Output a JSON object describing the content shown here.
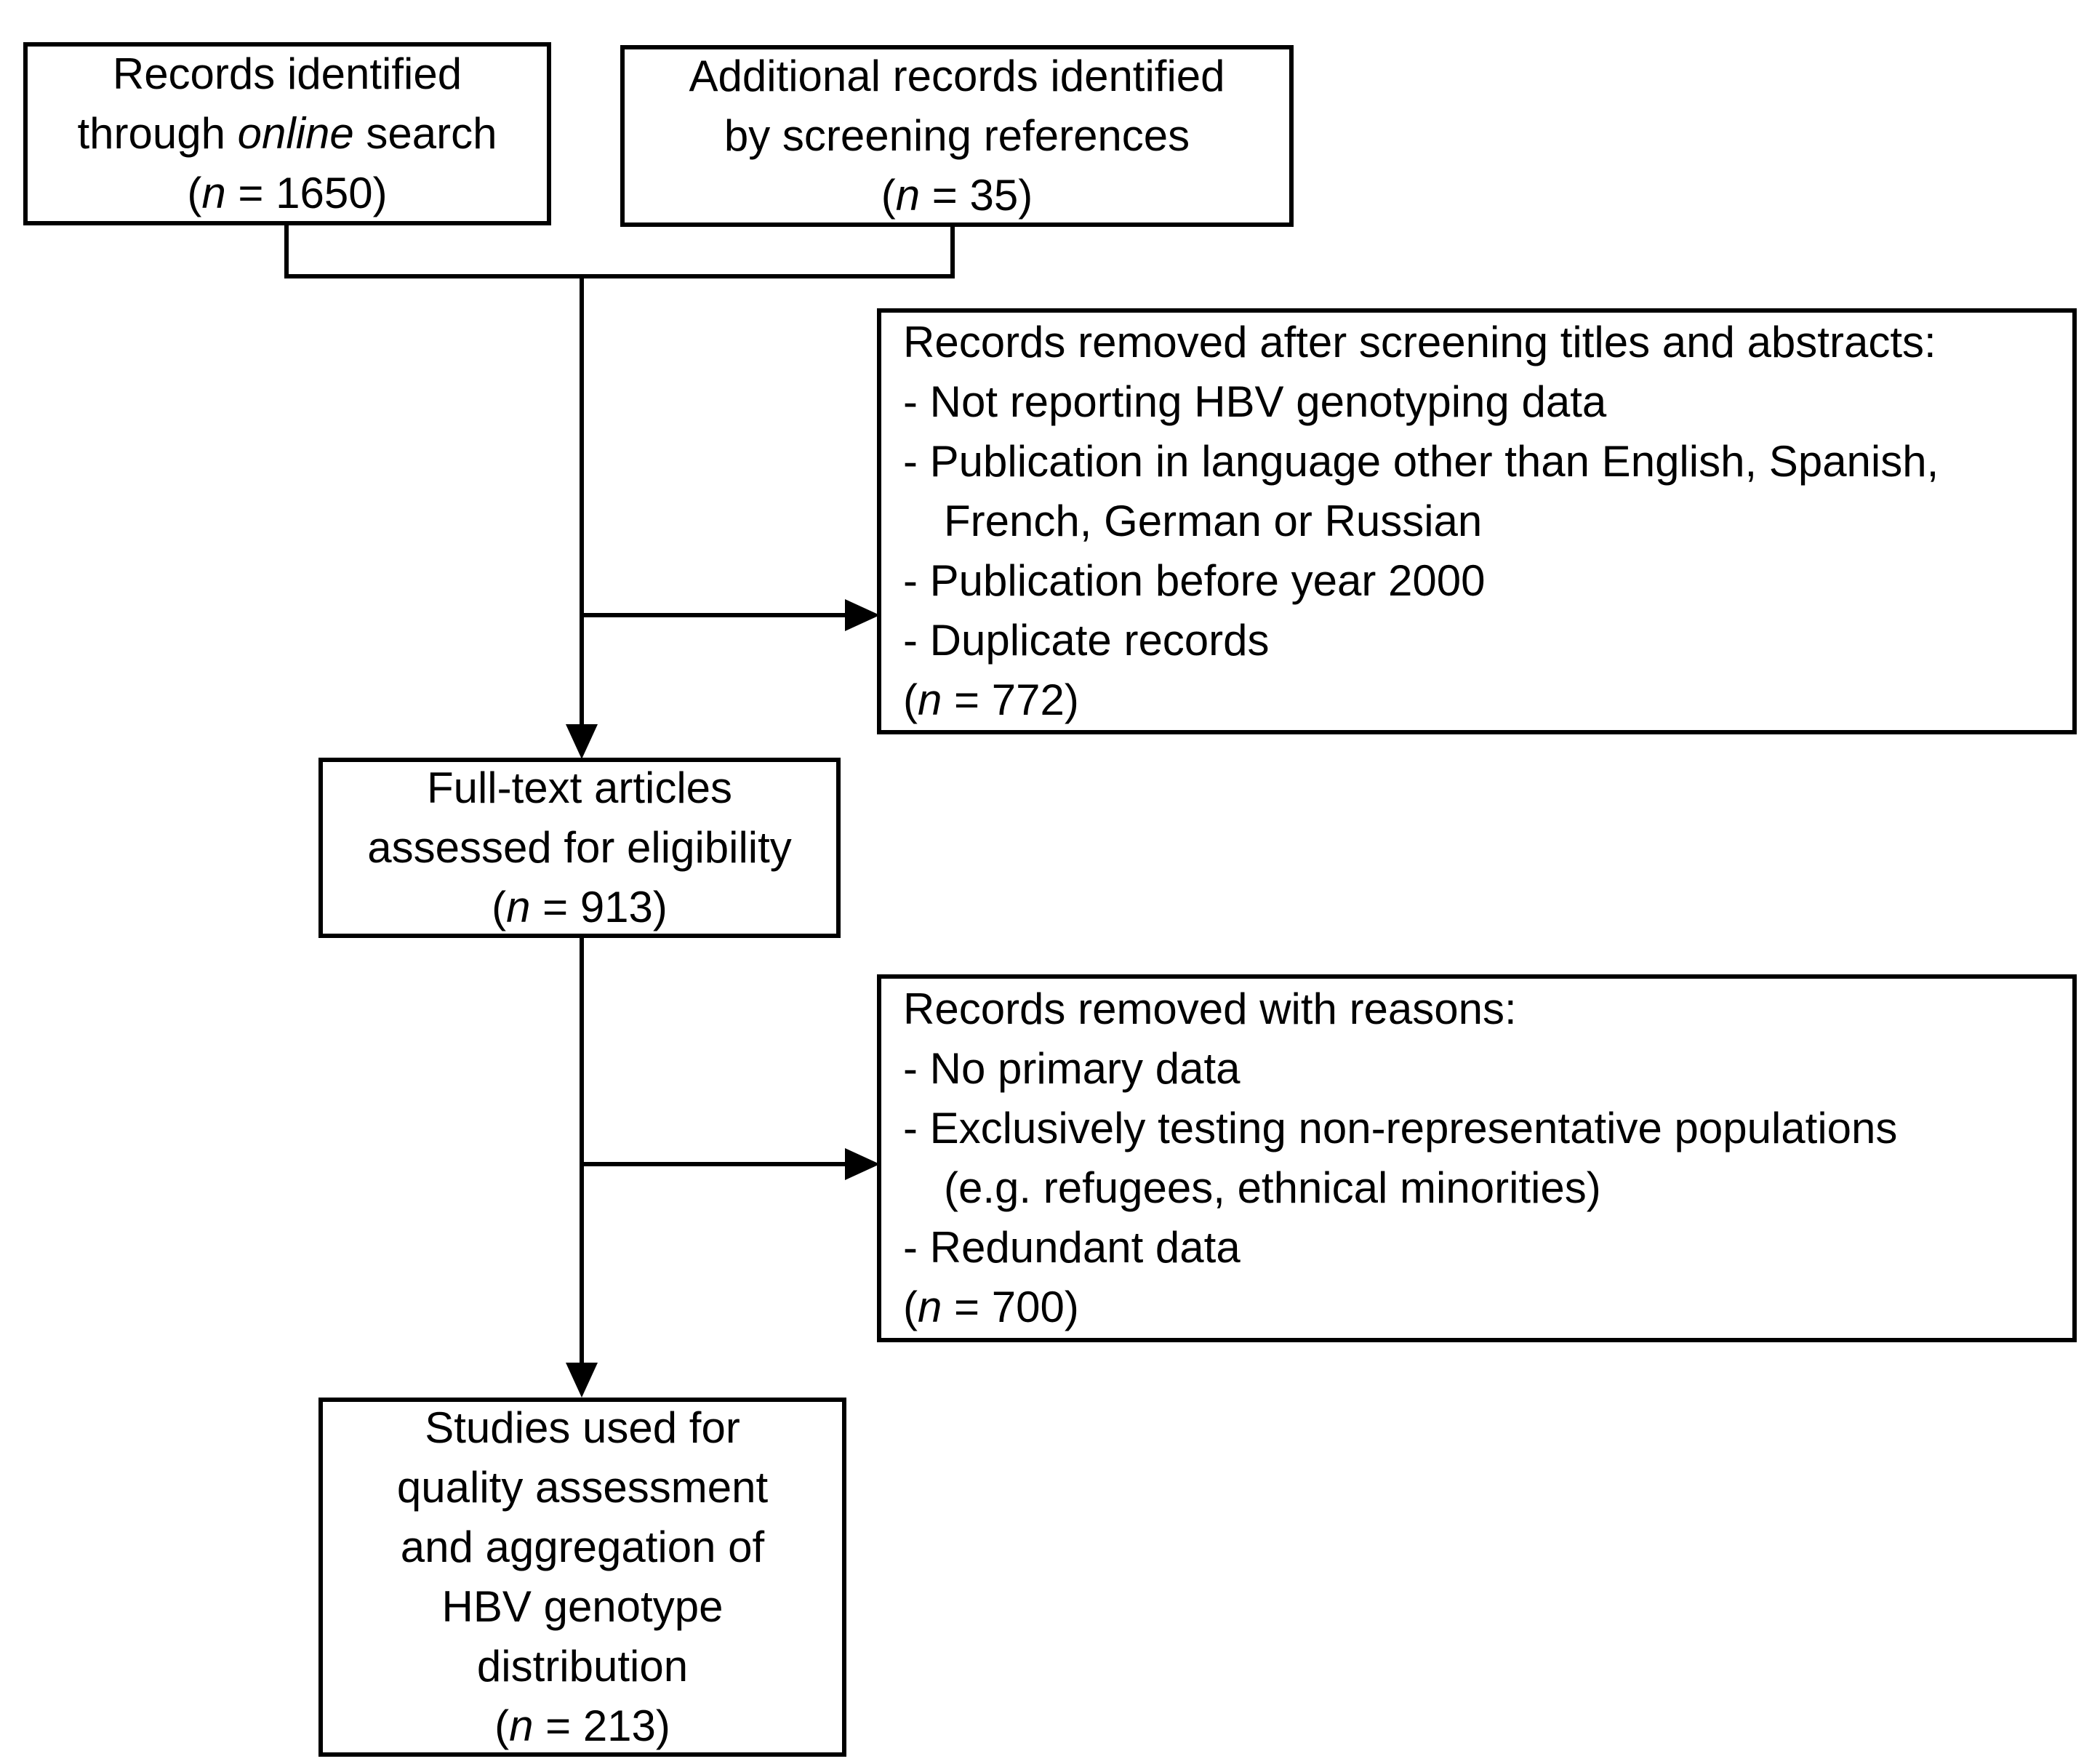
{
  "figure": {
    "kind": "study-selection-flowchart",
    "background_color": "#ffffff",
    "line_color": "#000000",
    "text_color": "#000000"
  },
  "boxes": {
    "records_identified": {
      "lines": [
        {
          "seg": [
            {
              "t": "Records identified"
            }
          ]
        },
        {
          "seg": [
            {
              "t": "through "
            },
            {
              "t": "online",
              "i": true
            },
            {
              "t": " search"
            }
          ]
        },
        {
          "seg": [
            {
              "t": "("
            },
            {
              "t": "n",
              "i": true
            },
            {
              "t": " = 1650)"
            }
          ]
        }
      ]
    },
    "additional_records": {
      "lines": [
        {
          "seg": [
            {
              "t": "Additional records identified"
            }
          ]
        },
        {
          "seg": [
            {
              "t": "by screening references"
            }
          ]
        },
        {
          "seg": [
            {
              "t": "("
            },
            {
              "t": "n",
              "i": true
            },
            {
              "t": " = 35)"
            }
          ]
        }
      ]
    },
    "removed_screening": {
      "lines": [
        {
          "seg": [
            {
              "t": "Records removed after screening titles and abstracts:"
            }
          ]
        },
        {
          "seg": [
            {
              "t": "- Not reporting HBV genotyping data"
            }
          ]
        },
        {
          "seg": [
            {
              "t": "- Publication in language other than English, Spanish,"
            }
          ]
        },
        {
          "seg": [
            {
              "t": "French, German or Russian"
            }
          ],
          "ind": true
        },
        {
          "seg": [
            {
              "t": "- Publication before year 2000"
            }
          ]
        },
        {
          "seg": [
            {
              "t": "- Duplicate records"
            }
          ]
        },
        {
          "seg": [
            {
              "t": "("
            },
            {
              "t": "n",
              "i": true
            },
            {
              "t": " = 772)"
            }
          ]
        }
      ]
    },
    "fulltext": {
      "lines": [
        {
          "seg": [
            {
              "t": "Full-text articles"
            }
          ]
        },
        {
          "seg": [
            {
              "t": "assessed for eligibility"
            }
          ]
        },
        {
          "seg": [
            {
              "t": "("
            },
            {
              "t": "n",
              "i": true
            },
            {
              "t": " = 913)"
            }
          ]
        }
      ]
    },
    "removed_reasons": {
      "lines": [
        {
          "seg": [
            {
              "t": "Records removed with reasons:"
            }
          ]
        },
        {
          "seg": [
            {
              "t": "- No primary data"
            }
          ]
        },
        {
          "seg": [
            {
              "t": "- Exclusively testing non-representative populations"
            }
          ]
        },
        {
          "seg": [
            {
              "t": "(e.g. refugees, ethnical minorities)"
            }
          ],
          "ind": true
        },
        {
          "seg": [
            {
              "t": "- Redundant data"
            }
          ]
        },
        {
          "seg": [
            {
              "t": "("
            },
            {
              "t": "n",
              "i": true
            },
            {
              "t": " = 700)"
            }
          ]
        }
      ]
    },
    "studies_used": {
      "lines": [
        {
          "seg": [
            {
              "t": "Studies used for"
            }
          ]
        },
        {
          "seg": [
            {
              "t": "quality assessment"
            }
          ]
        },
        {
          "seg": [
            {
              "t": "and aggregation of"
            }
          ]
        },
        {
          "seg": [
            {
              "t": "HBV genotype"
            }
          ]
        },
        {
          "seg": [
            {
              "t": "distribution"
            }
          ]
        },
        {
          "seg": [
            {
              "t": "("
            },
            {
              "t": "n",
              "i": true
            },
            {
              "t": " = 213)"
            }
          ]
        }
      ]
    }
  }
}
